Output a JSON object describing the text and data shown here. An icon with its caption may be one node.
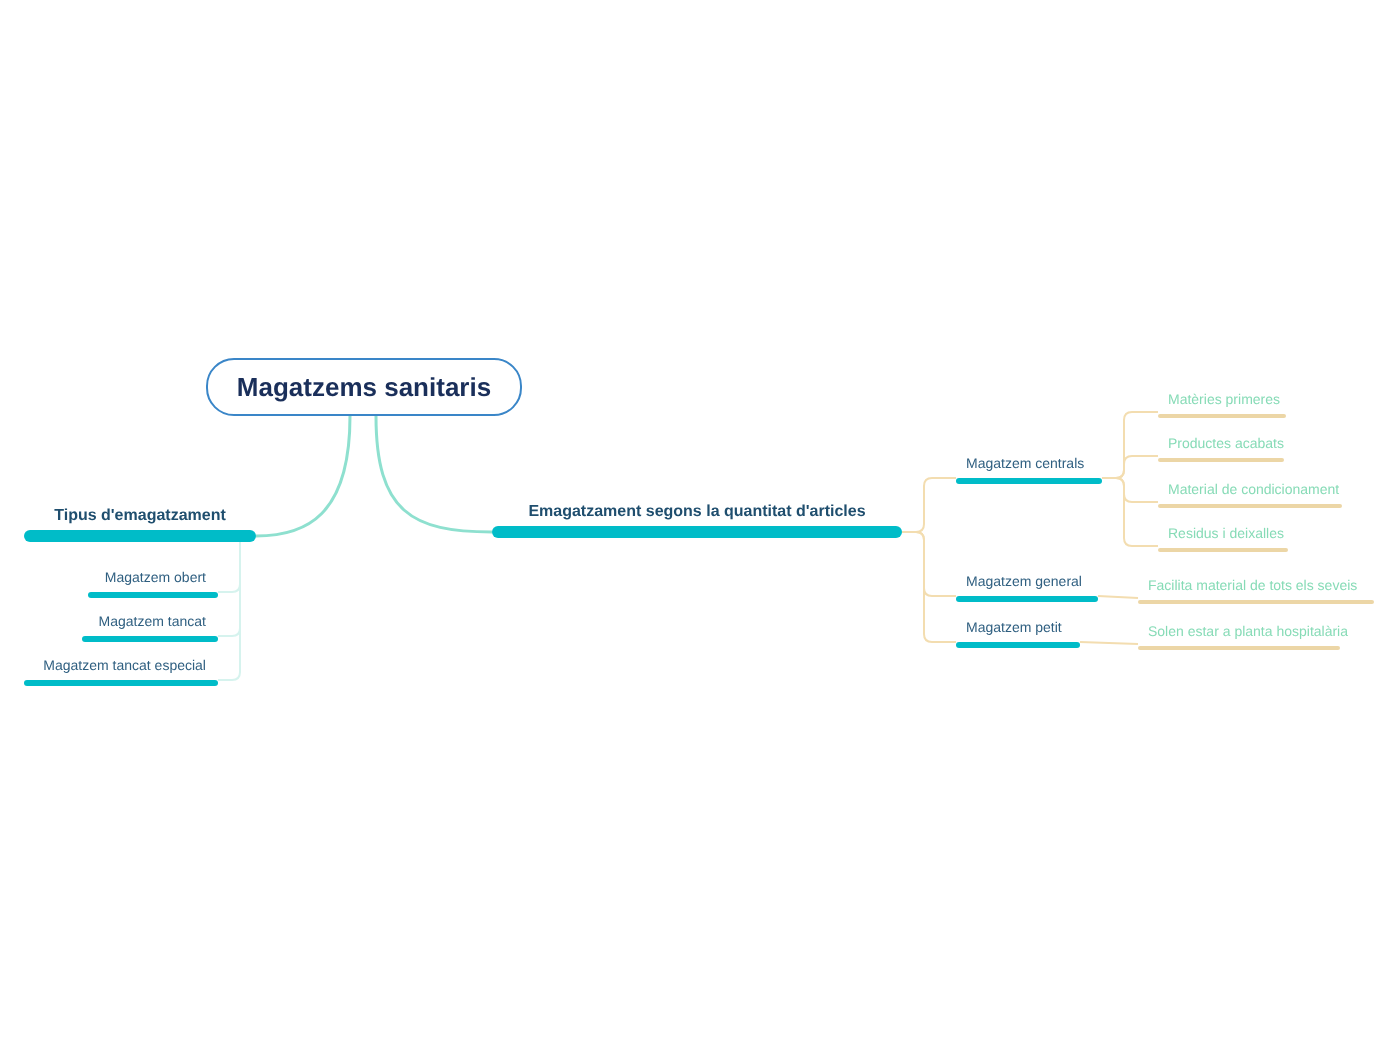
{
  "diagram": {
    "nodes": [
      {
        "text": [
          "Magatzems sanitaris"
        ]
      },
      {
        "text": [
          "Tipus d'emagatzament"
        ]
      },
      {
        "text": [
          "Magatzem obert"
        ]
      },
      {
        "text": [
          "Magatzem tancat"
        ]
      },
      {
        "text": [
          "Magatzem tancat especial"
        ]
      },
      {
        "text": [
          "Emagatzament segons la quantitat d'articles"
        ]
      },
      {
        "text": [
          "Magatzem centrals"
        ]
      },
      {
        "text": [
          "Matèries primeres"
        ]
      },
      {
        "text": [
          "Productes acabats"
        ]
      },
      {
        "text": [
          "Material de condicionament"
        ]
      },
      {
        "text": [
          "Residus i deixalles"
        ]
      },
      {
        "text": [
          "Magatzem general"
        ]
      },
      {
        "text": [
          "Facilita material de tots els seveis"
        ]
      },
      {
        "text": [
          "Magatzem petit"
        ]
      },
      {
        "text": [
          "Solen estar a planta hospitalària"
        ]
      }
    ],
    "edges": [
      {
        "from": 0,
        "to": 1,
        "arrow": "none",
        "color": "#8ee0cf"
      },
      {
        "from": 0,
        "to": 5,
        "arrow": "none",
        "color": "#8ee0cf"
      },
      {
        "from": 1,
        "to": 2,
        "arrow": "none",
        "color": "#d6f3ee"
      },
      {
        "from": 1,
        "to": 3,
        "arrow": "none",
        "color": "#d6f3ee"
      },
      {
        "from": 1,
        "to": 4,
        "arrow": "none",
        "color": "#d6f3ee"
      },
      {
        "from": 5,
        "to": 6,
        "arrow": "none"
      },
      {
        "from": 5,
        "to": 11,
        "arrow": "none"
      },
      {
        "from": 5,
        "to": 13,
        "arrow": "none"
      },
      {
        "from": 6,
        "to": 7,
        "arrow": "none"
      },
      {
        "from": 6,
        "to": 8,
        "arrow": "none"
      },
      {
        "from": 6,
        "to": 9,
        "arrow": "none"
      },
      {
        "from": 6,
        "to": 10,
        "arrow": "none"
      },
      {
        "from": 11,
        "to": 12,
        "arrow": "none"
      },
      {
        "from": 13,
        "to": 14,
        "arrow": "none"
      }
    ]
  }
}
